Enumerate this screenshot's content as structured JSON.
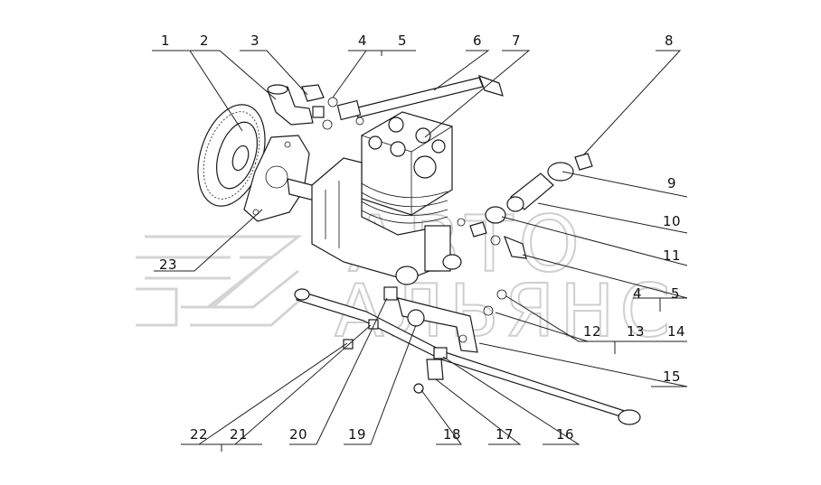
{
  "watermark": {
    "line1": "АВТО",
    "line2": "АЛЬЯНС"
  },
  "callouts": {
    "c1": "1",
    "c2": "2",
    "c3": "3",
    "c4": "4",
    "c5": "5",
    "c6": "6",
    "c7": "7",
    "c8": "8",
    "c9": "9",
    "c10": "10",
    "c11": "11",
    "c4b": "4",
    "c5b": "5",
    "c12": "12",
    "c13": "13",
    "c14": "14",
    "c15": "15",
    "c16": "16",
    "c17": "17",
    "c18": "18",
    "c19": "19",
    "c20": "20",
    "c21": "21",
    "c22": "22",
    "c23": "23"
  },
  "colors": {
    "line": "#222222",
    "watermark": "#cfcfcf",
    "background": "#ffffff"
  }
}
